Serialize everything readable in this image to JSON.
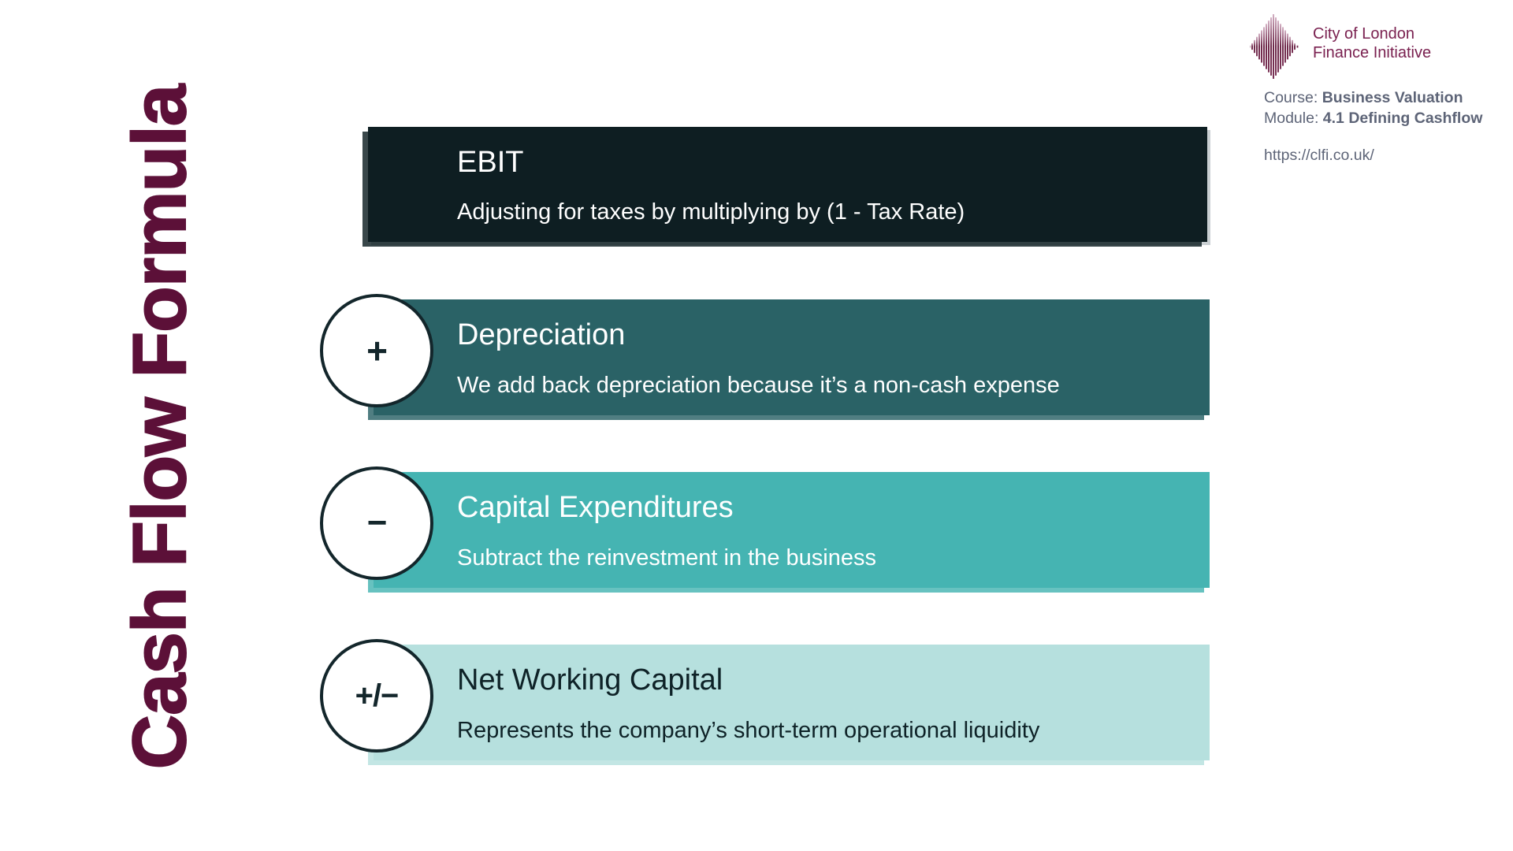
{
  "vertical_title": {
    "text": "Cash Flow Formula",
    "color": "#5c1038"
  },
  "rows": [
    {
      "symbol": "",
      "title": "EBIT",
      "subtitle": "Adjusting for taxes by multiplying by (1 - Tax Rate)",
      "bg": "#0e1e22",
      "fg": "#ffffff"
    },
    {
      "symbol": "+",
      "title": "Depreciation",
      "subtitle": "We add back depreciation because it’s a non-cash expense",
      "bg": "#2a6266",
      "fg": "#ffffff"
    },
    {
      "symbol": "−",
      "title": "Capital Expenditures",
      "subtitle": "Subtract the reinvestment in the business",
      "bg": "#45b4b2",
      "fg": "#ffffff"
    },
    {
      "symbol": "+/−",
      "title": "Net Working Capital",
      "subtitle": "Represents the company’s short-term operational liquidity",
      "bg": "#b6e0de",
      "fg": "#0e2227"
    }
  ],
  "badge": {
    "border_color": "#13262b",
    "fill": "#ffffff"
  },
  "branding": {
    "org_name_line1": "City of London",
    "org_name_line2": "Finance Initiative",
    "org_text_color": "#7a2150",
    "logo_color_dark": "#5d1035",
    "logo_color_light": "#cfa8bd",
    "course_label": "Course: ",
    "course_value": "Business Valuation",
    "module_label": "Module: ",
    "module_value": "4.1 Defining Cashflow",
    "url": "https://clfi.co.uk/",
    "meta_text_color": "#5d6477"
  }
}
